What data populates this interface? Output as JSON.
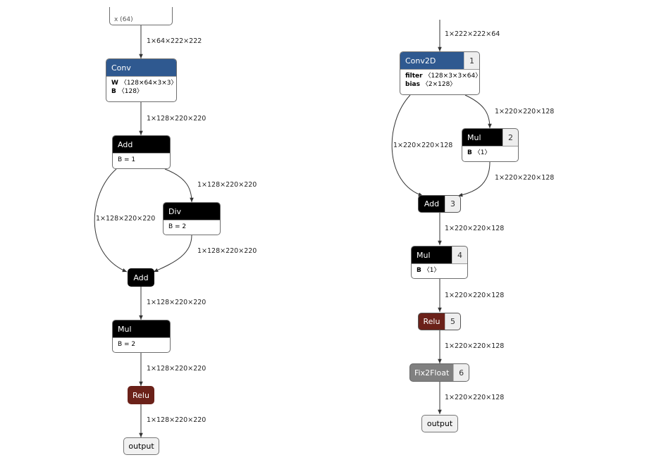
{
  "colors": {
    "layer": "#2f5990",
    "activation": "#6b2119",
    "black": "#000000",
    "fix": "#808080",
    "edge": "#333333"
  },
  "left": {
    "top_input_fragment": "x (64)",
    "conv": {
      "title": "Conv",
      "w_label": "W",
      "w_shape": "〈128×64×3×3〉",
      "b_label": "B",
      "b_shape": "〈128〉"
    },
    "add1": {
      "title": "Add",
      "attr": "B = 1"
    },
    "div": {
      "title": "Div",
      "attr": "B = 2"
    },
    "add2": {
      "title": "Add"
    },
    "mul": {
      "title": "Mul",
      "attr": "B = 2"
    },
    "relu": {
      "title": "Relu"
    },
    "output": {
      "title": "output"
    },
    "edges": {
      "e1": "1×64×222×222",
      "e2": "1×128×220×220",
      "e3": "1×128×220×220",
      "e4": "1×128×220×220",
      "e5": "1×128×220×220",
      "e6": "1×128×220×220",
      "e7": "1×128×220×220",
      "e8": "1×128×220×220"
    }
  },
  "right": {
    "conv2d": {
      "title": "Conv2D",
      "index": "1",
      "filter_label": "filter",
      "filter_shape": "〈128×3×3×64〉",
      "bias_label": "bias",
      "bias_shape": "〈2×128〉"
    },
    "mul1": {
      "title": "Mul",
      "index": "2",
      "b_label": "B",
      "b_shape": "〈1〉"
    },
    "add": {
      "title": "Add",
      "index": "3"
    },
    "mul2": {
      "title": "Mul",
      "index": "4",
      "b_label": "B",
      "b_shape": "〈1〉"
    },
    "relu": {
      "title": "Relu",
      "index": "5"
    },
    "fix2float": {
      "title": "Fix2Float",
      "index": "6"
    },
    "output": {
      "title": "output"
    },
    "edges": {
      "e0": "1×222×222×64",
      "e1": "1×220×220×128",
      "e2": "1×220×220×128",
      "e3": "1×220×220×128",
      "e4": "1×220×220×128",
      "e5": "1×220×220×128",
      "e6": "1×220×220×128",
      "e7": "1×220×220×128"
    }
  }
}
